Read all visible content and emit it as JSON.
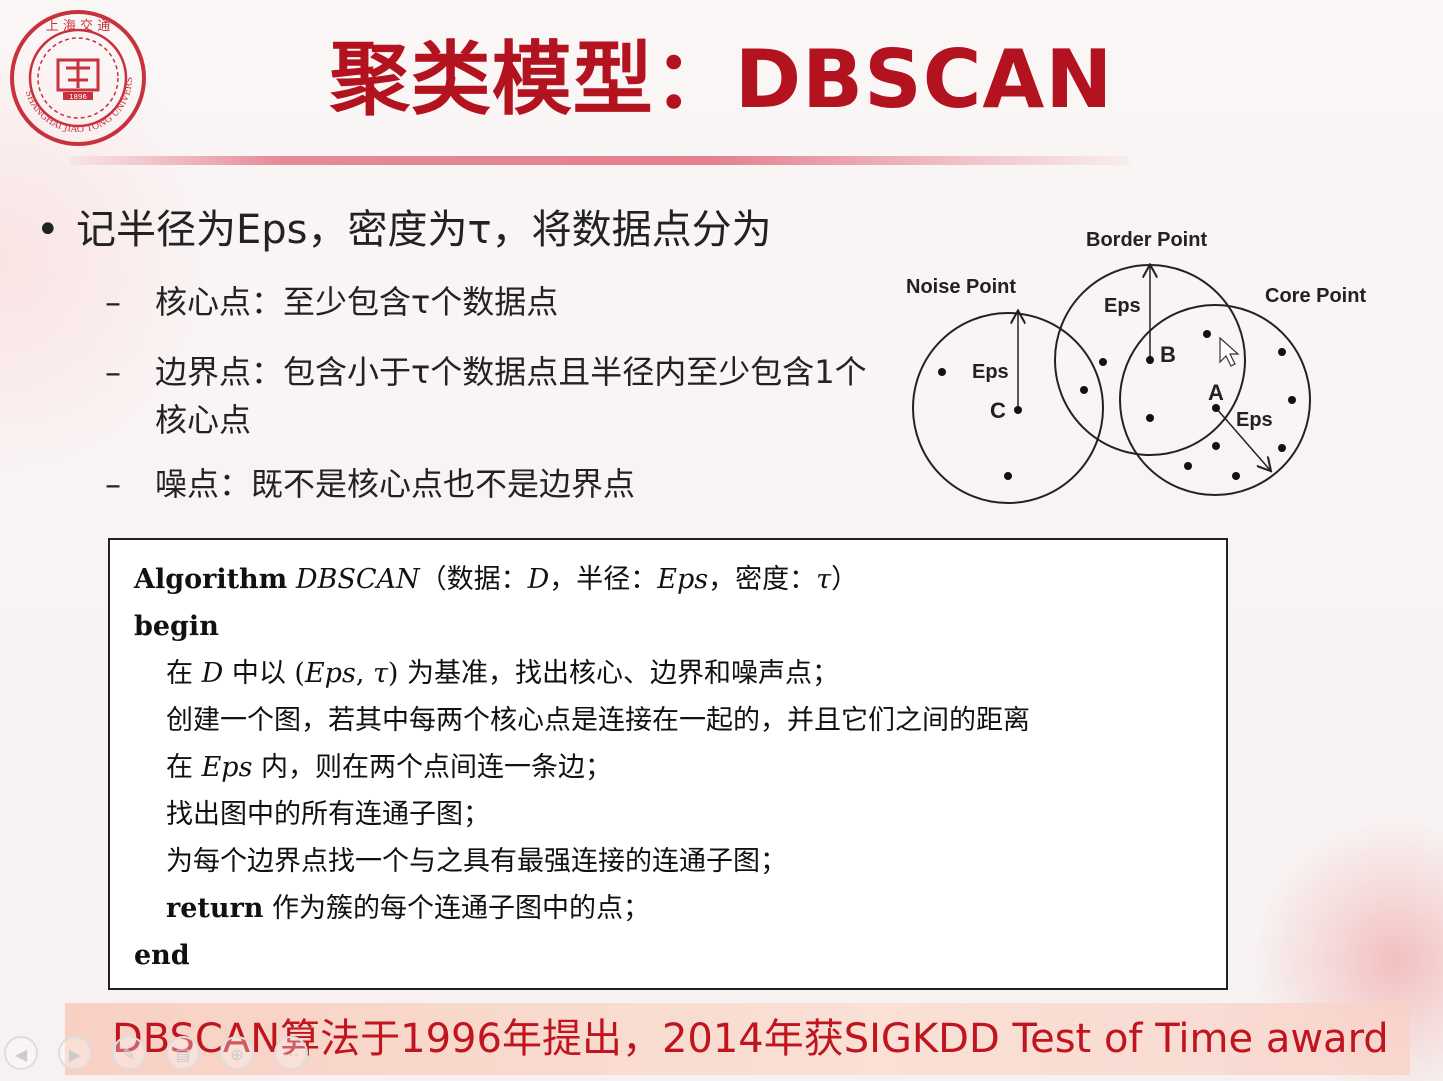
{
  "slide": {
    "title": "聚类模型：DBSCAN",
    "logo_text": "SHANGHAI JIAO TONG UNIVERSITY",
    "logo_year": "1896",
    "main_bullet": "记半径为Eps，密度为τ，将数据点分为",
    "sub_bullets": [
      "核心点：至少包含τ个数据点",
      "边界点：包含小于τ个数据点且半径内至少包含1个核心点",
      "噪点：既不是核心点也不是边界点"
    ],
    "bullet_symbol": "•",
    "dash_symbol": "–",
    "footer": "DBSCAN算法于1996年提出，2014年获SIGKDD Test of Time award"
  },
  "diagram": {
    "labels": {
      "noise_point": "Noise Point",
      "border_point": "Border Point",
      "core_point": "Core Point",
      "eps": "Eps",
      "point_a": "A",
      "point_b": "B",
      "point_c": "C"
    }
  },
  "algorithm": {
    "head_keyword": "Algorithm",
    "head_name": "DBSCAN",
    "head_params_1": "（数据：",
    "head_d": "D",
    "head_params_2": "，半径：",
    "head_eps": "Eps",
    "head_params_3": "，密度：",
    "head_tau": "τ",
    "head_close": "）",
    "begin": "begin",
    "l1_a": "在 ",
    "l1_d": "D",
    "l1_b": " 中以 (",
    "l1_eps": "Eps",
    "l1_c": ", ",
    "l1_tau": "τ",
    "l1_d2": ") 为基准，找出核心、边界和噪声点；",
    "l2": "创建一个图，若其中每两个核心点是连接在一起的，并且它们之间的距离",
    "l3_a": "在 ",
    "l3_eps": "Eps",
    "l3_b": " 内，则在两个点间连一条边；",
    "l4": "找出图中的所有连通子图；",
    "l5": "为每个边界点找一个与之具有最强连接的连通子图；",
    "l6_kw": "return",
    "l6_rest": " 作为簇的每个连通子图中的点；",
    "end": "end"
  },
  "colors": {
    "title": "#b3121f",
    "footer_text": "#c0141f",
    "logo": "#c8323c"
  },
  "player_controls": [
    "previous-icon",
    "play-icon",
    "pen-icon",
    "slides-icon",
    "zoom-icon",
    "more-icon"
  ]
}
